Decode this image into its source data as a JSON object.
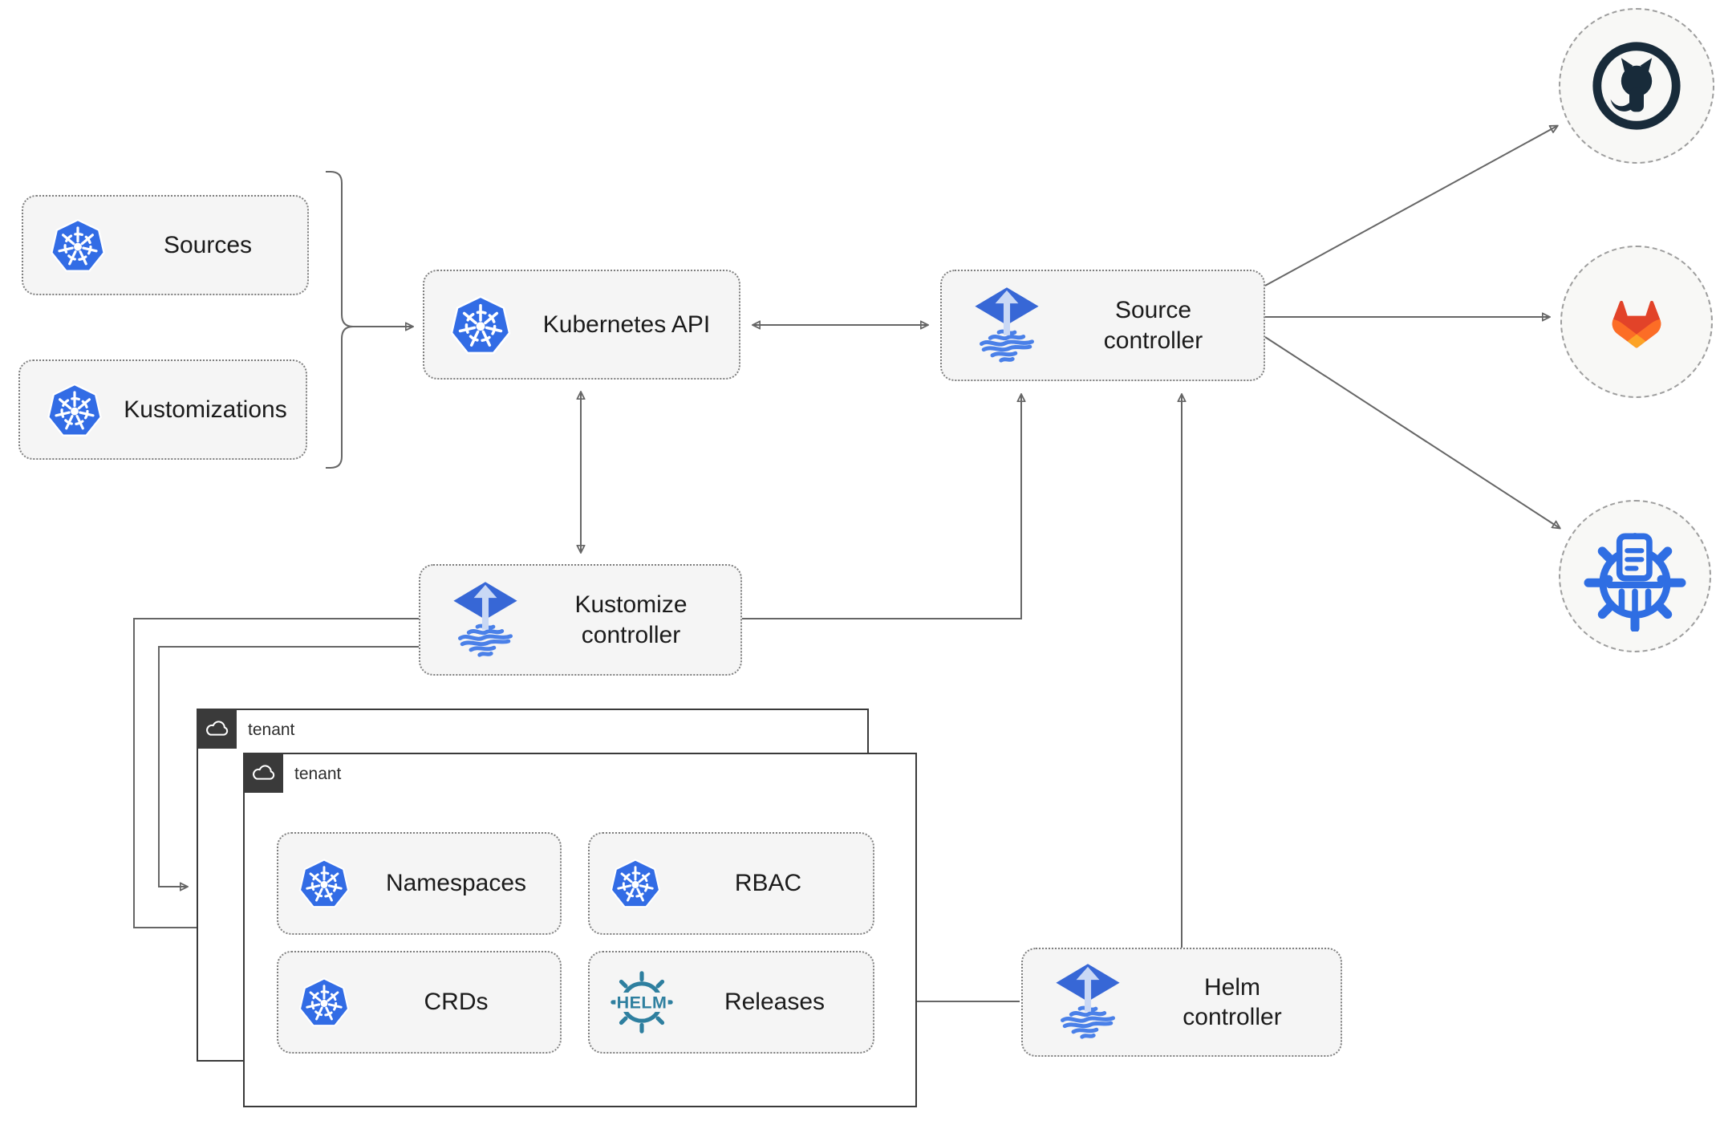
{
  "colors": {
    "k8s_blue": "#326ce5",
    "flux_blue": "#3767d6",
    "flux_light": "#c9d8f5",
    "flux_wave": "#4a80e8",
    "helm_teal": "#2e7f9f",
    "registry_blue": "#2f6ee3",
    "github_dark": "#182b3a",
    "gitlab_red": "#e24329",
    "gitlab_orange": "#fc6d26",
    "gitlab_yellow": "#fca326",
    "arrow_gray": "#666666",
    "box_bg": "#f5f5f5",
    "tenant_border": "#3a3a3a"
  },
  "nodes": {
    "sources": {
      "label": "Sources"
    },
    "kustomizations": {
      "label": "Kustomizations"
    },
    "kubernetes_api": {
      "label": "Kubernetes API"
    },
    "source_controller": {
      "label": "Source controller"
    },
    "kustomize_controller": {
      "label": "Kustomize controller"
    },
    "helm_controller": {
      "label": "Helm controller"
    },
    "namespaces": {
      "label": "Namespaces"
    },
    "rbac": {
      "label": "RBAC"
    },
    "crds": {
      "label": "CRDs"
    },
    "releases": {
      "label": "Releases"
    }
  },
  "tenants": {
    "back": {
      "label": "tenant"
    },
    "front": {
      "label": "tenant"
    }
  },
  "endpoints": {
    "github": {
      "icon": "github-octocat"
    },
    "gitlab": {
      "icon": "gitlab-tanuki"
    },
    "registry": {
      "icon": "container-registry"
    }
  },
  "logos": {
    "helm_text": "HELM"
  }
}
